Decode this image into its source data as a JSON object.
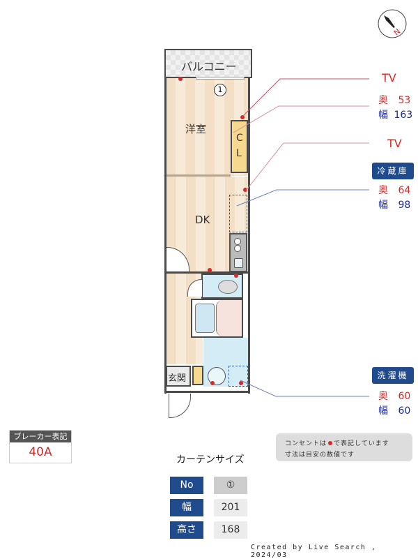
{
  "compass": {
    "label": "N",
    "rotation_deg": -40
  },
  "rooms": {
    "balcony": "バルコニー",
    "western_room": "洋室",
    "closet": [
      "C",
      "L"
    ],
    "dk": "DK",
    "entrance": "玄関"
  },
  "curtain_marker": "1",
  "annotations": {
    "tv1": {
      "title": "TV",
      "depth_label": "奥",
      "depth": "53",
      "width_label": "幅",
      "width": "163"
    },
    "tv2": {
      "title": "TV"
    },
    "fridge": {
      "title": "冷蔵庫",
      "depth_label": "奥",
      "depth": "64",
      "width_label": "幅",
      "width": "98"
    },
    "washer": {
      "title": "洗濯機",
      "depth_label": "奥",
      "depth": "60",
      "width_label": "幅",
      "width": "60"
    }
  },
  "breaker": {
    "header": "ブレーカー表記",
    "value": "40A"
  },
  "note": {
    "line1_a": "コンセントは",
    "line1_b": "で表記しています",
    "line2": "寸法は目安の数値です"
  },
  "curtain": {
    "title": "カーテンサイズ",
    "rows": [
      {
        "label": "No",
        "value": "①"
      },
      {
        "label": "幅",
        "value": "201"
      },
      {
        "label": "高さ",
        "value": "168"
      }
    ]
  },
  "footer": "Created by Live Search , 2024/03",
  "colors": {
    "accent_blue": "#1f4a8c",
    "outlet_red": "#d62a2a",
    "depth_red": "#d62a2a",
    "width_blue": "#1d2a8c"
  }
}
